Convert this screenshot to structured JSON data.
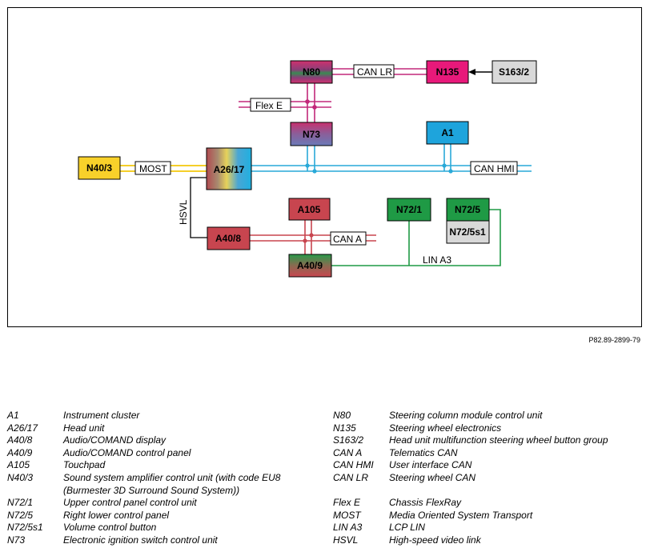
{
  "diagram": {
    "units": {
      "N80": "N80",
      "N135": "N135",
      "S163_2": "S163/2",
      "N73": "N73",
      "A1": "A1",
      "N40_3": "N40/3",
      "A26_17": "A26/17",
      "A105": "A105",
      "N72_1": "N72/1",
      "N72_5": "N72/5",
      "N72_5s1": "N72/5s1",
      "A40_8": "A40/8",
      "A40_9": "A40/9"
    },
    "buses": {
      "can_lr": "CAN LR",
      "flex_e": "Flex E",
      "most": "MOST",
      "can_hmi": "CAN HMI",
      "can_a": "CAN A",
      "hsvl": "HSVL",
      "lin_a3": "LIN A3"
    },
    "colors": {
      "can_hmi": "#29a9d8",
      "most": "#f5cf2a",
      "flex_e": "#c2287a",
      "can_a": "#c8454f",
      "can_lr": "#c2287a",
      "lin": "#1f9a45",
      "hsvl": "#000000"
    }
  },
  "reference": "P82.89-2899-79",
  "legend": {
    "left": [
      {
        "code": "A1",
        "desc": "Instrument cluster"
      },
      {
        "code": "A26/17",
        "desc": "Head unit"
      },
      {
        "code": "A40/8",
        "desc": "Audio/COMAND display"
      },
      {
        "code": "A40/9",
        "desc": "Audio/COMAND control panel"
      },
      {
        "code": "A105",
        "desc": "Touchpad"
      },
      {
        "code": "N40/3",
        "desc": "Sound system amplifier control unit (with code EU8"
      },
      {
        "code": "",
        "desc": "(Burmester 3D Surround Sound System))"
      },
      {
        "code": "N72/1",
        "desc": "Upper control panel control unit"
      },
      {
        "code": "N72/5",
        "desc": "Right lower control panel"
      },
      {
        "code": "N72/5s1",
        "desc": "Volume control button"
      },
      {
        "code": "N73",
        "desc": "Electronic ignition switch control unit"
      }
    ],
    "right": [
      {
        "code": "N80",
        "desc": "Steering column module control unit"
      },
      {
        "code": "N135",
        "desc": "Steering wheel electronics"
      },
      {
        "code": "S163/2",
        "desc": "Head unit multifunction steering wheel button group"
      },
      {
        "code": "CAN A",
        "desc": "Telematics CAN"
      },
      {
        "code": "CAN HMI",
        "desc": "User interface CAN"
      },
      {
        "code": "CAN LR",
        "desc": "Steering wheel CAN"
      },
      {
        "code": "",
        "desc": ""
      },
      {
        "code": "Flex E",
        "desc": "Chassis FlexRay"
      },
      {
        "code": "MOST",
        "desc": "Media Oriented System Transport"
      },
      {
        "code": "LIN A3",
        "desc": "LCP LIN"
      },
      {
        "code": "HSVL",
        "desc": "High-speed video link"
      }
    ]
  }
}
